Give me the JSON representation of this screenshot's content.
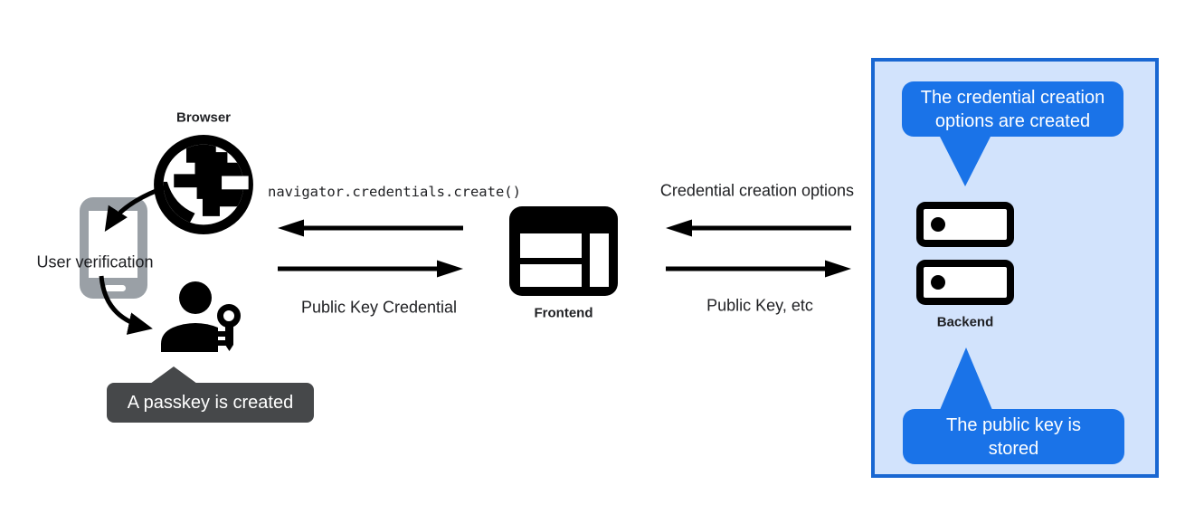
{
  "colors": {
    "accent_blue": "#1a73e8",
    "panel_border": "#1967d2",
    "panel_background": "#d2e3fc",
    "tooltip_dark_gray": "#46484a",
    "icon_black": "#000000",
    "phone_gray": "#9aa0a6",
    "text": "#202124",
    "tooltip_text": "#ffffff"
  },
  "browser_group": {
    "label": "Browser",
    "user_verification": "User verification",
    "passkey_tooltip": "A passkey is created"
  },
  "frontend_group": {
    "label": "Frontend"
  },
  "backend_group": {
    "label": "Backend",
    "creation_options_tooltip": "The credential creation options are created",
    "public_key_stored_tooltip": "The public key is stored"
  },
  "messages": {
    "frontend_to_browser_code": "navigator.credentials.create()",
    "browser_to_frontend": "Public Key Credential",
    "backend_to_frontend": "Credential creation options",
    "frontend_to_backend": "Public Key, etc"
  },
  "icons": {
    "globe": "globe-icon",
    "smartphone": "smartphone-icon",
    "passkey": "passkey-icon",
    "frontend_window": "browser-window-icon",
    "backend_server": "server-icon",
    "straight_arrows": [
      "arrow-left-icon",
      "arrow-right-icon"
    ],
    "curved_arrows": "curved-arrows-icon"
  }
}
